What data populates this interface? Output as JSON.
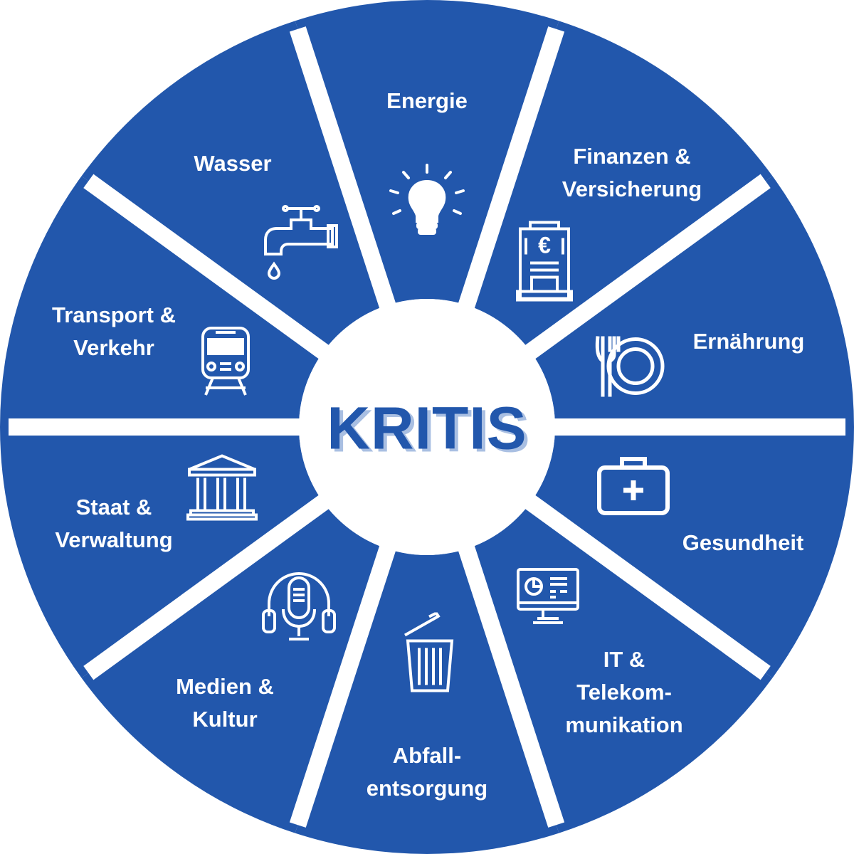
{
  "title": "KRITIS",
  "colors": {
    "segment": "#2257ac",
    "gap": "#ffffff",
    "title_shadow": "#a9bfe2"
  },
  "segments": [
    {
      "id": "energie",
      "lines": [
        "Energie"
      ],
      "icon": "lightbulb-icon"
    },
    {
      "id": "finanzen",
      "lines": [
        "Finanzen &",
        "Versicherung"
      ],
      "icon": "bank-euro-icon"
    },
    {
      "id": "ernaehrung",
      "lines": [
        "Ernährung"
      ],
      "icon": "plate-cutlery-icon"
    },
    {
      "id": "gesundheit",
      "lines": [
        "Gesundheit"
      ],
      "icon": "medical-kit-icon"
    },
    {
      "id": "it",
      "lines": [
        "IT &",
        "Telekom-",
        "munikation"
      ],
      "icon": "monitor-dashboard-icon"
    },
    {
      "id": "abfall",
      "lines": [
        "Abfall-",
        "entsorgung"
      ],
      "icon": "trash-can-icon"
    },
    {
      "id": "medien",
      "lines": [
        "Medien &",
        "Kultur"
      ],
      "icon": "microphone-headphones-icon"
    },
    {
      "id": "staat",
      "lines": [
        "Staat &",
        "Verwaltung"
      ],
      "icon": "government-building-icon"
    },
    {
      "id": "transport",
      "lines": [
        "Transport &",
        "Verkehr"
      ],
      "icon": "train-icon"
    },
    {
      "id": "wasser",
      "lines": [
        "Wasser"
      ],
      "icon": "water-tap-icon"
    }
  ]
}
